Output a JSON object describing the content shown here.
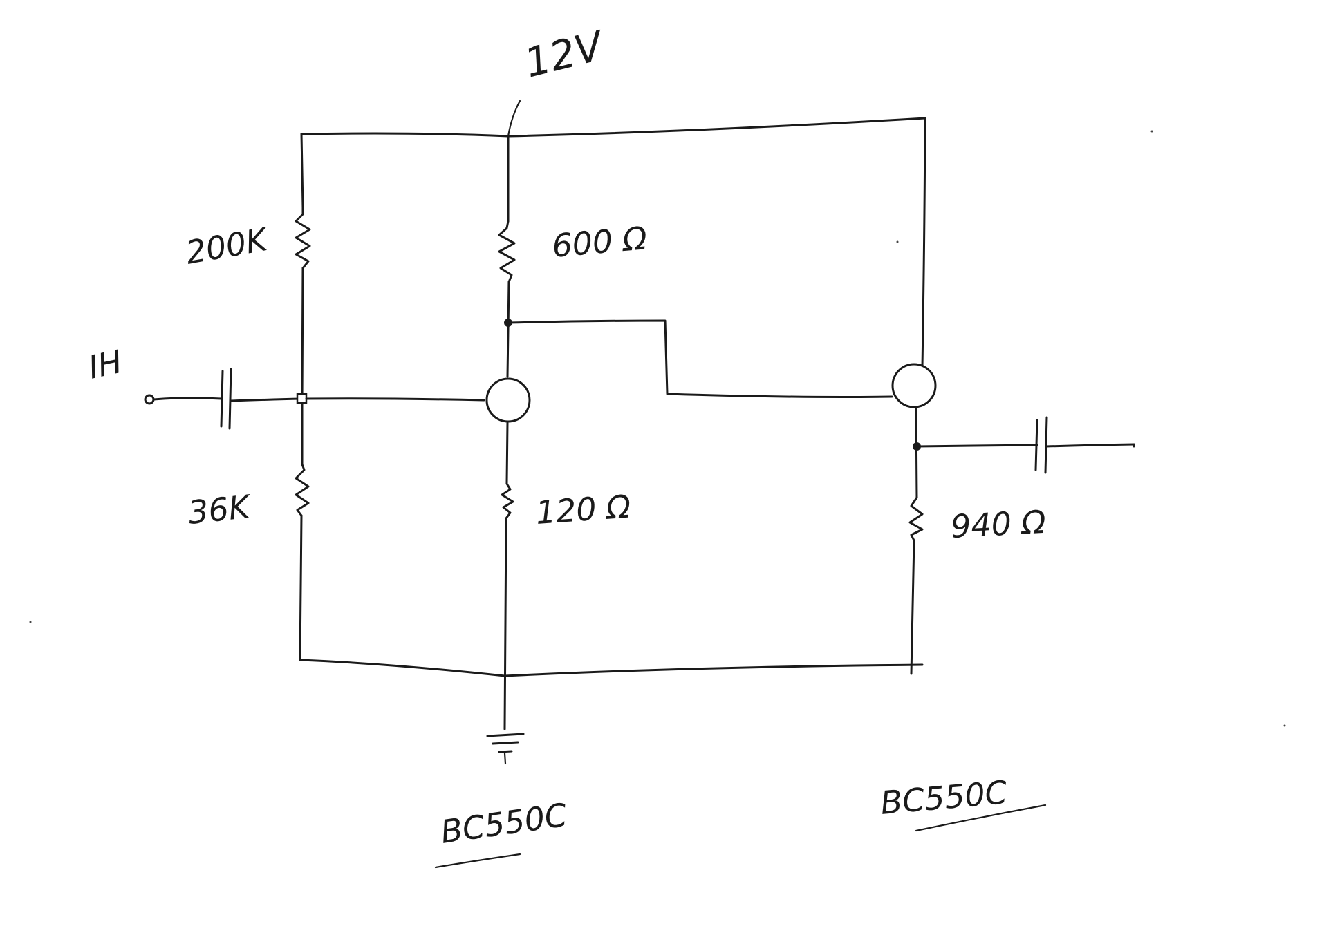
{
  "supply": {
    "label": "12V"
  },
  "input": {
    "label": "IH"
  },
  "components": {
    "r_bias_top": {
      "value": "200K"
    },
    "r_bias_bottom": {
      "value": "36K"
    },
    "r_collector": {
      "value": "600 Ω"
    },
    "r_emitter_1": {
      "value": "120 Ω"
    },
    "r_emitter_2": {
      "value": "940 Ω"
    }
  },
  "transistors": [
    {
      "part": "BC550C"
    },
    {
      "part": "BC550C"
    }
  ],
  "colors": {
    "ink": "#1a1a1a",
    "paper": "#ffffff"
  }
}
